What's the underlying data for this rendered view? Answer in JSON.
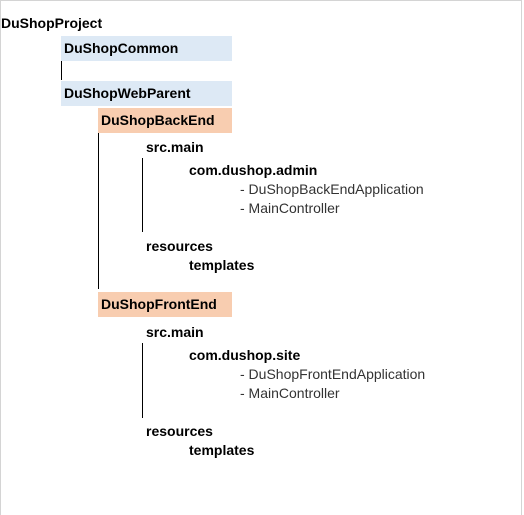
{
  "tree": {
    "root": "DuShopProject",
    "common": "DuShopCommon",
    "web_parent": "DuShopWebParent",
    "backend": {
      "name": "DuShopBackEnd",
      "src_main": "src.main",
      "package": "com.dushop.admin",
      "classes": [
        "- DuShopBackEndApplication",
        "- MainController"
      ],
      "resources": "resources",
      "templates": "templates"
    },
    "frontend": {
      "name": "DuShopFrontEnd",
      "src_main": "src.main",
      "package": "com.dushop.site",
      "classes": [
        "- DuShopFrontEndApplication",
        "- MainController"
      ],
      "resources": "resources",
      "templates": "templates"
    }
  },
  "colors": {
    "module_highlight": "#dde9f5",
    "app_highlight": "#f8cdb0",
    "line": "#000000"
  }
}
